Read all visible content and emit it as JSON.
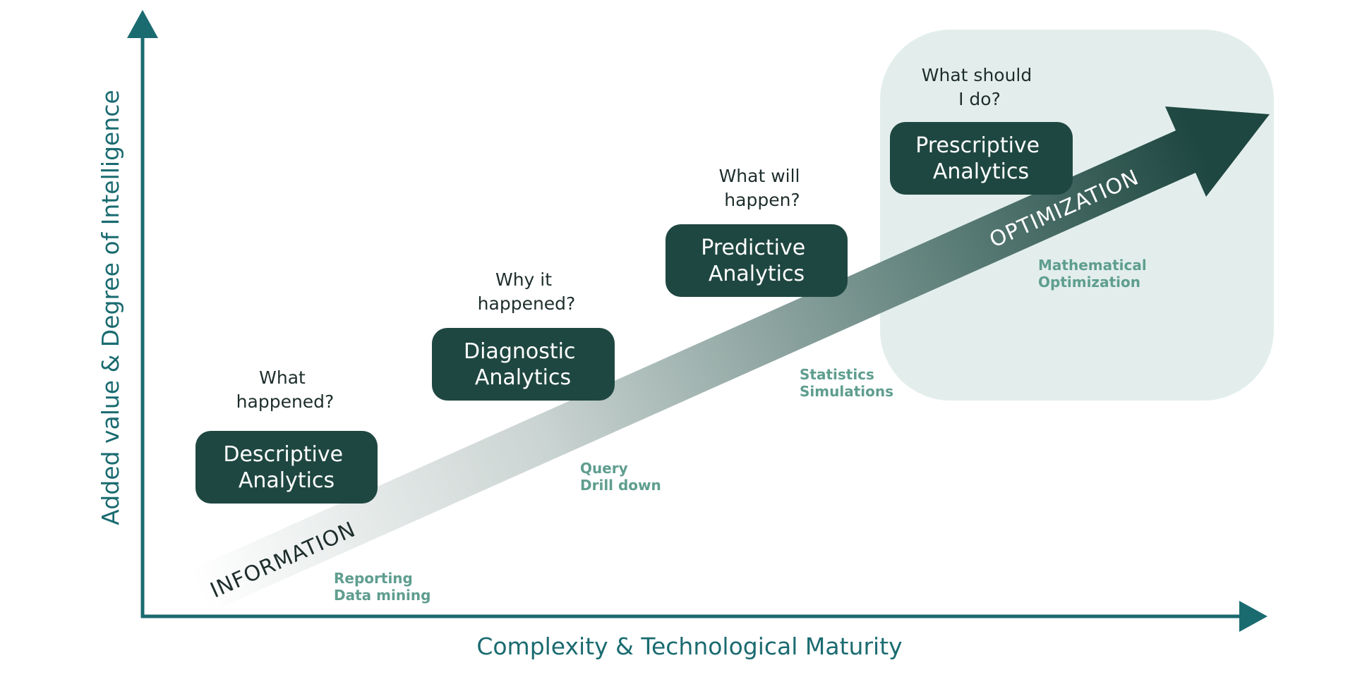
{
  "axes": {
    "y_label": "Added value & Degree of Intelligence",
    "x_label": "Complexity & Technological Maturity"
  },
  "stages": [
    {
      "question": [
        "What",
        "happened?"
      ],
      "title": [
        "Descriptive",
        "Analytics"
      ],
      "techniques": [
        "Reporting",
        "Data mining"
      ]
    },
    {
      "question": [
        "Why it",
        "happened?"
      ],
      "title": [
        "Diagnostic",
        "Analytics"
      ],
      "techniques": [
        "Query",
        "Drill down"
      ]
    },
    {
      "question": [
        "What will",
        "happen?"
      ],
      "title": [
        "Predictive",
        "Analytics"
      ],
      "techniques": [
        "Statistics",
        "Simulations"
      ]
    },
    {
      "question": [
        "What should",
        "I do?"
      ],
      "title": [
        "Prescriptive",
        "Analytics"
      ],
      "techniques": [
        "Mathematical",
        "Optimization"
      ]
    }
  ],
  "arrow": {
    "start_label": "INFORMATION",
    "end_label": "OPTIMIZATION"
  },
  "colors": {
    "axis": "#1a6b70",
    "box": "#1f4741",
    "highlight": "#e3eeec",
    "technique": "#5f9e8f"
  }
}
